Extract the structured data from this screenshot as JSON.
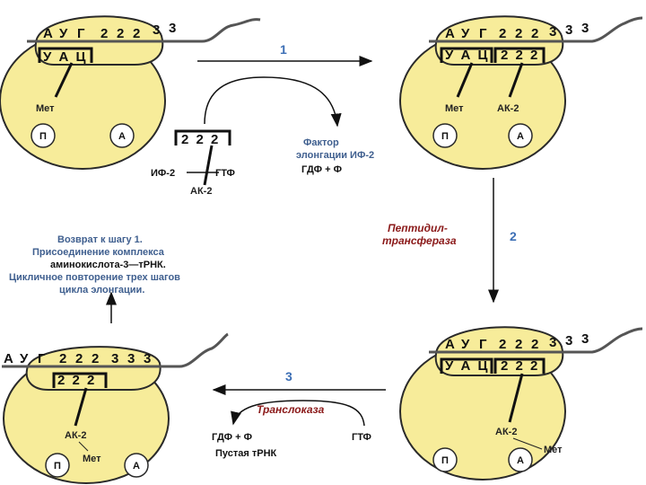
{
  "colors": {
    "ribosome_fill": "#f7ec9a",
    "ribosome_stroke": "#2a2a2a",
    "mrna": "#555555",
    "step_number": "#3d6fb5",
    "enzyme_label": "#8b1a1a",
    "note_text": "#3f5f8f"
  },
  "panel1": {
    "mrna_codons": [
      "А",
      "У",
      "Г",
      "2",
      "2",
      "2",
      "3",
      "3"
    ],
    "trna_anticodon": "У А Ц",
    "met": "Мет",
    "site_p": "П",
    "site_a": "А"
  },
  "panel2": {
    "mrna_codons": [
      "А",
      "У",
      "Г",
      "2",
      "2",
      "2",
      "3",
      "3",
      "3"
    ],
    "trna1_anticodon": "У А Ц",
    "trna2_anticodon": "2 2 2",
    "met": "Мет",
    "ak2": "АК-2",
    "site_p": "П",
    "site_a": "А"
  },
  "panel3": {
    "mrna_codons": [
      "А",
      "У",
      "Г",
      "2",
      "2",
      "2",
      "3",
      "3",
      "3"
    ],
    "trna1_anticodon": "У А Ц",
    "trna2_anticodon": "2 2 2",
    "ak2": "АК-2",
    "met": "Мет",
    "site_p": "П",
    "site_a": "А"
  },
  "panel4": {
    "mrna_codons": [
      "А",
      "У",
      "Г",
      "2",
      "2",
      "2",
      "3",
      "3",
      "3"
    ],
    "trna_anticodon": "2 2 2",
    "ak2": "АК-2",
    "met": "Мет",
    "site_p": "П",
    "site_a": "А"
  },
  "incoming_complex": {
    "anticodon": "2 2 2",
    "if2": "ИФ-2",
    "gtf": "ГТФ",
    "ak2": "АК-2"
  },
  "step1": {
    "number": "1",
    "factor_line1": "Фактор",
    "factor_line2": "элонгации ИФ-2",
    "products": "ГДФ + Ф"
  },
  "step2": {
    "number": "2",
    "enzyme_line1": "Пептидил-",
    "enzyme_line2": "трансфераза"
  },
  "step3": {
    "number": "3",
    "enzyme": "Транслоказа",
    "products": "ГДФ + Ф",
    "empty_trna": "Пустая тРНК",
    "gtf": "ГТФ"
  },
  "return_note": {
    "line1": "Возврат к шагу 1.",
    "line2": "Присоединение комплекса",
    "line3": "аминокислота-3—тРНК.",
    "line4": "Цикличное повторение трех шагов",
    "line5": "цикла элонгации."
  }
}
